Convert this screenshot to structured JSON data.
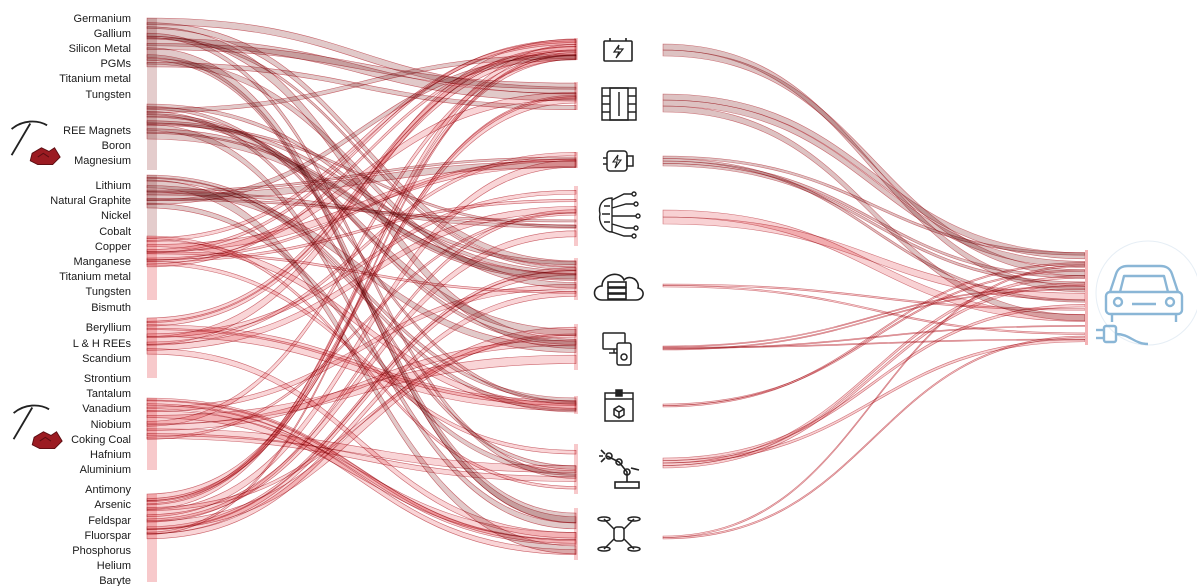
{
  "materials": [
    "Germanium",
    "Gallium",
    "Silicon Metal",
    "PGMs",
    "Titanium metal",
    "Tungsten",
    "REE Magnets",
    "Boron",
    "Magnesium",
    "Lithium",
    "Natural Graphite",
    "Nickel",
    "Cobalt",
    "Copper",
    "Manganese",
    "Titanium metal",
    "Tungsten",
    "Bismuth",
    "Beryllium",
    "L & H REEs",
    "Scandium",
    "Strontium",
    "Tantalum",
    "Vanadium",
    "Niobium",
    "Coking Coal",
    "Hafnium",
    "Aluminium",
    "Antimony",
    "Arsenic",
    "Feldspar",
    "Fluorspar",
    "Phosphorus",
    "Helium",
    "Baryte"
  ],
  "technologies": [
    {
      "icon": "battery-icon"
    },
    {
      "icon": "fuel-cell-icon"
    },
    {
      "icon": "electric-motor-icon"
    },
    {
      "icon": "digital-brain-icon"
    },
    {
      "icon": "cloud-server-icon"
    },
    {
      "icon": "devices-icon"
    },
    {
      "icon": "3d-printer-icon"
    },
    {
      "icon": "robotic-arm-icon"
    },
    {
      "icon": "drone-icon"
    }
  ],
  "target": {
    "icon": "electric-car-icon"
  },
  "side_icons": [
    {
      "icon": "mining-pickaxe-icon"
    },
    {
      "icon": "mining-pickaxe-icon"
    }
  ],
  "colors": {
    "critical_flow": "#f4b3b6",
    "grey_flow": "#cfa8a8",
    "flow_edge": "#b01f2a",
    "target": "#8ab6d6",
    "icon": "#222222",
    "ore": "#9b1b22"
  }
}
